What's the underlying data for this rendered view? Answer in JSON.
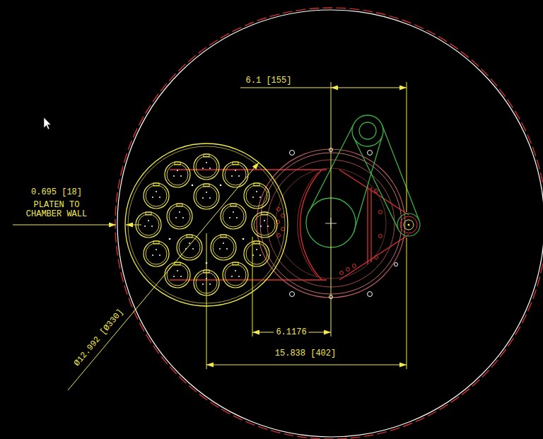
{
  "diagram": {
    "labels": [
      "6.1 [155]",
      "0.695 [18]",
      "PLATEN TO CHAMBER WALL",
      "Ø12.992 [Ø330]",
      "6.1176",
      "15.838 [402]"
    ]
  }
}
